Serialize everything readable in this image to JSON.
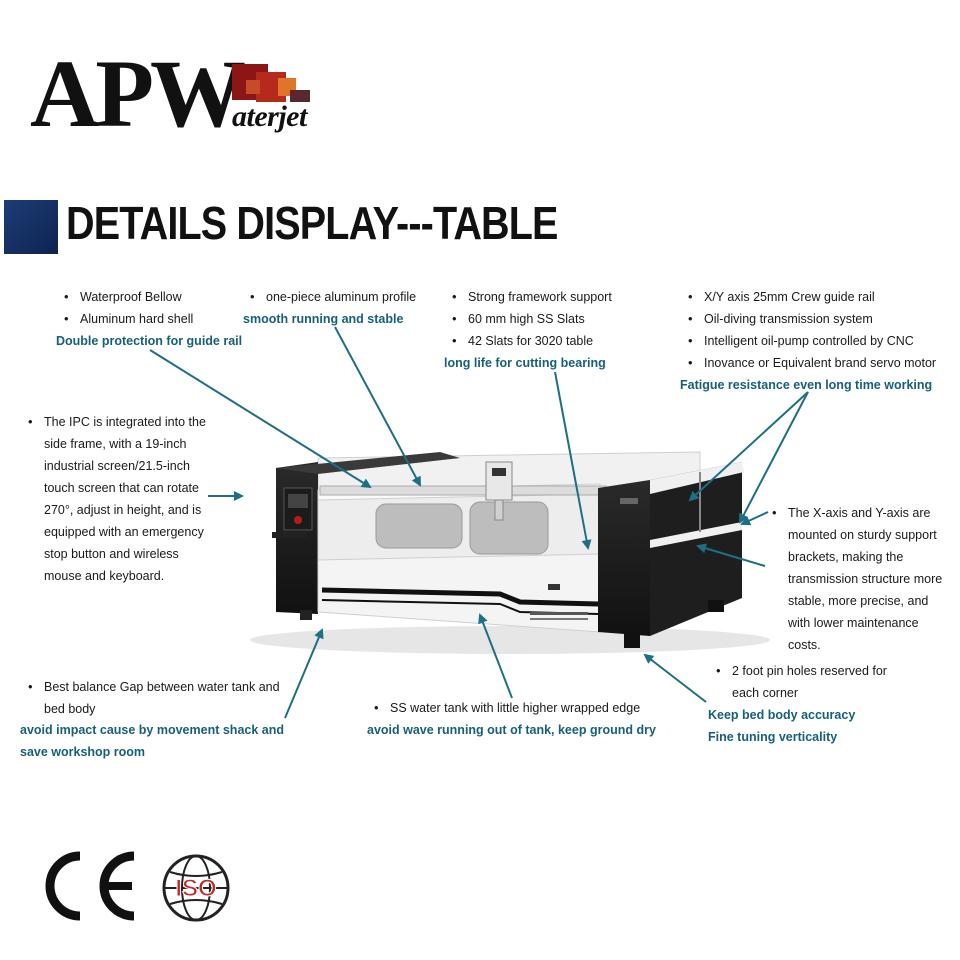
{
  "logo": {
    "main": "APW",
    "sub": "aterjet"
  },
  "heading": "DETAILS DISPLAY---TABLE",
  "blocks": {
    "guide_rail": {
      "items": [
        "Waterproof Bellow",
        "Aluminum hard shell"
      ],
      "highlight": "Double protection for guide rail"
    },
    "aluminum_profile": {
      "items": [
        "one-piece aluminum profile"
      ],
      "highlight": "smooth running and stable"
    },
    "framework": {
      "items": [
        "Strong framework support",
        "60 mm high SS Slats",
        "42 Slats for 3020 table"
      ],
      "highlight": "long life for cutting bearing"
    },
    "transmission": {
      "items": [
        "X/Y axis 25mm Crew guide rail",
        "Oil-diving transmission system",
        "Intelligent oil-pump controlled by CNC",
        "Inovance or Equivalent brand servo motor"
      ],
      "highlight": "Fatigue resistance even long time working"
    },
    "ipc": {
      "items": [
        "The IPC is integrated into the side frame, with a 19-inch industrial screen/21.5-inch touch screen that can rotate 270°, adjust in height, and is equipped with an emergency stop button and wireless mouse and keyboard."
      ]
    },
    "axis_brackets": {
      "items": [
        "The X-axis and Y-axis are mounted on sturdy support brackets, making the transmission structure more stable, more precise, and with lower maintenance costs."
      ]
    },
    "foot_pin": {
      "items": [
        "2 foot pin holes reserved for each corner"
      ],
      "highlights": [
        "Keep bed body accuracy",
        "Fine tuning verticality"
      ]
    },
    "balance_gap": {
      "items": [
        "Best balance Gap between water tank and bed body"
      ],
      "highlights": [
        "avoid impact cause by movement shack and",
        "save workshop room"
      ]
    },
    "water_tank": {
      "items": [
        "SS water tank with little higher wrapped edge"
      ],
      "highlight": "avoid wave running out of tank, keep ground dry"
    }
  },
  "certs": {
    "ce": "CE",
    "iso": "ISO"
  },
  "colors": {
    "accent": "#17607a",
    "heading_bar": "#1d3d78",
    "arrow": "#1e6e86",
    "logo_red": "#9e1a1a",
    "logo_orange": "#e0742a"
  }
}
